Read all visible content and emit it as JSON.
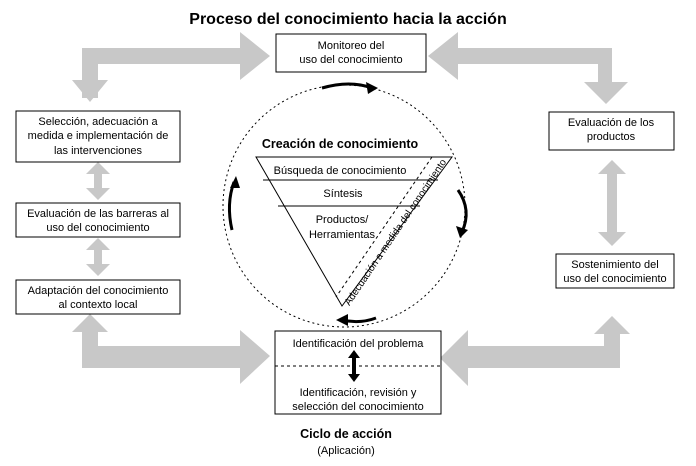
{
  "title": "Proceso del conocimiento hacia la acción",
  "creation": {
    "heading": "Creación de conocimiento",
    "funnel": {
      "row1": "Búsqueda de conocimiento",
      "row2": "Síntesis",
      "row3_line1": "Productos/",
      "row3_line2": "Herramientas",
      "diagonal": "Adecuación a medida del conocimiento"
    }
  },
  "action_cycle": {
    "label_line1": "Ciclo de acción",
    "label_line2": "(Aplicación)",
    "top_box": {
      "line1": "Monitoreo del",
      "line2": "uso del conocimiento"
    },
    "left_box1": {
      "line1": "Selección, adecuación a",
      "line2": "medida e implementación de",
      "line3": "las intervenciones"
    },
    "left_box2": {
      "line1": "Evaluación de las barreras al",
      "line2": "uso del conocimiento"
    },
    "left_box3": {
      "line1": "Adaptación del conocimiento",
      "line2": "al contexto local"
    },
    "right_box1": {
      "line1": "Evaluación de los",
      "line2": "productos"
    },
    "right_box2": {
      "line1": "Sostenimiento del",
      "line2": "uso del conocimiento"
    },
    "bottom_box": {
      "top": "Identificación del problema",
      "bottom_line1": "Identificación, revisión y",
      "bottom_line2": "selección del conocimiento"
    }
  },
  "colors": {
    "arrow_gray": "#c8c8c8",
    "box_border": "#000000",
    "dashed": "#000000"
  }
}
